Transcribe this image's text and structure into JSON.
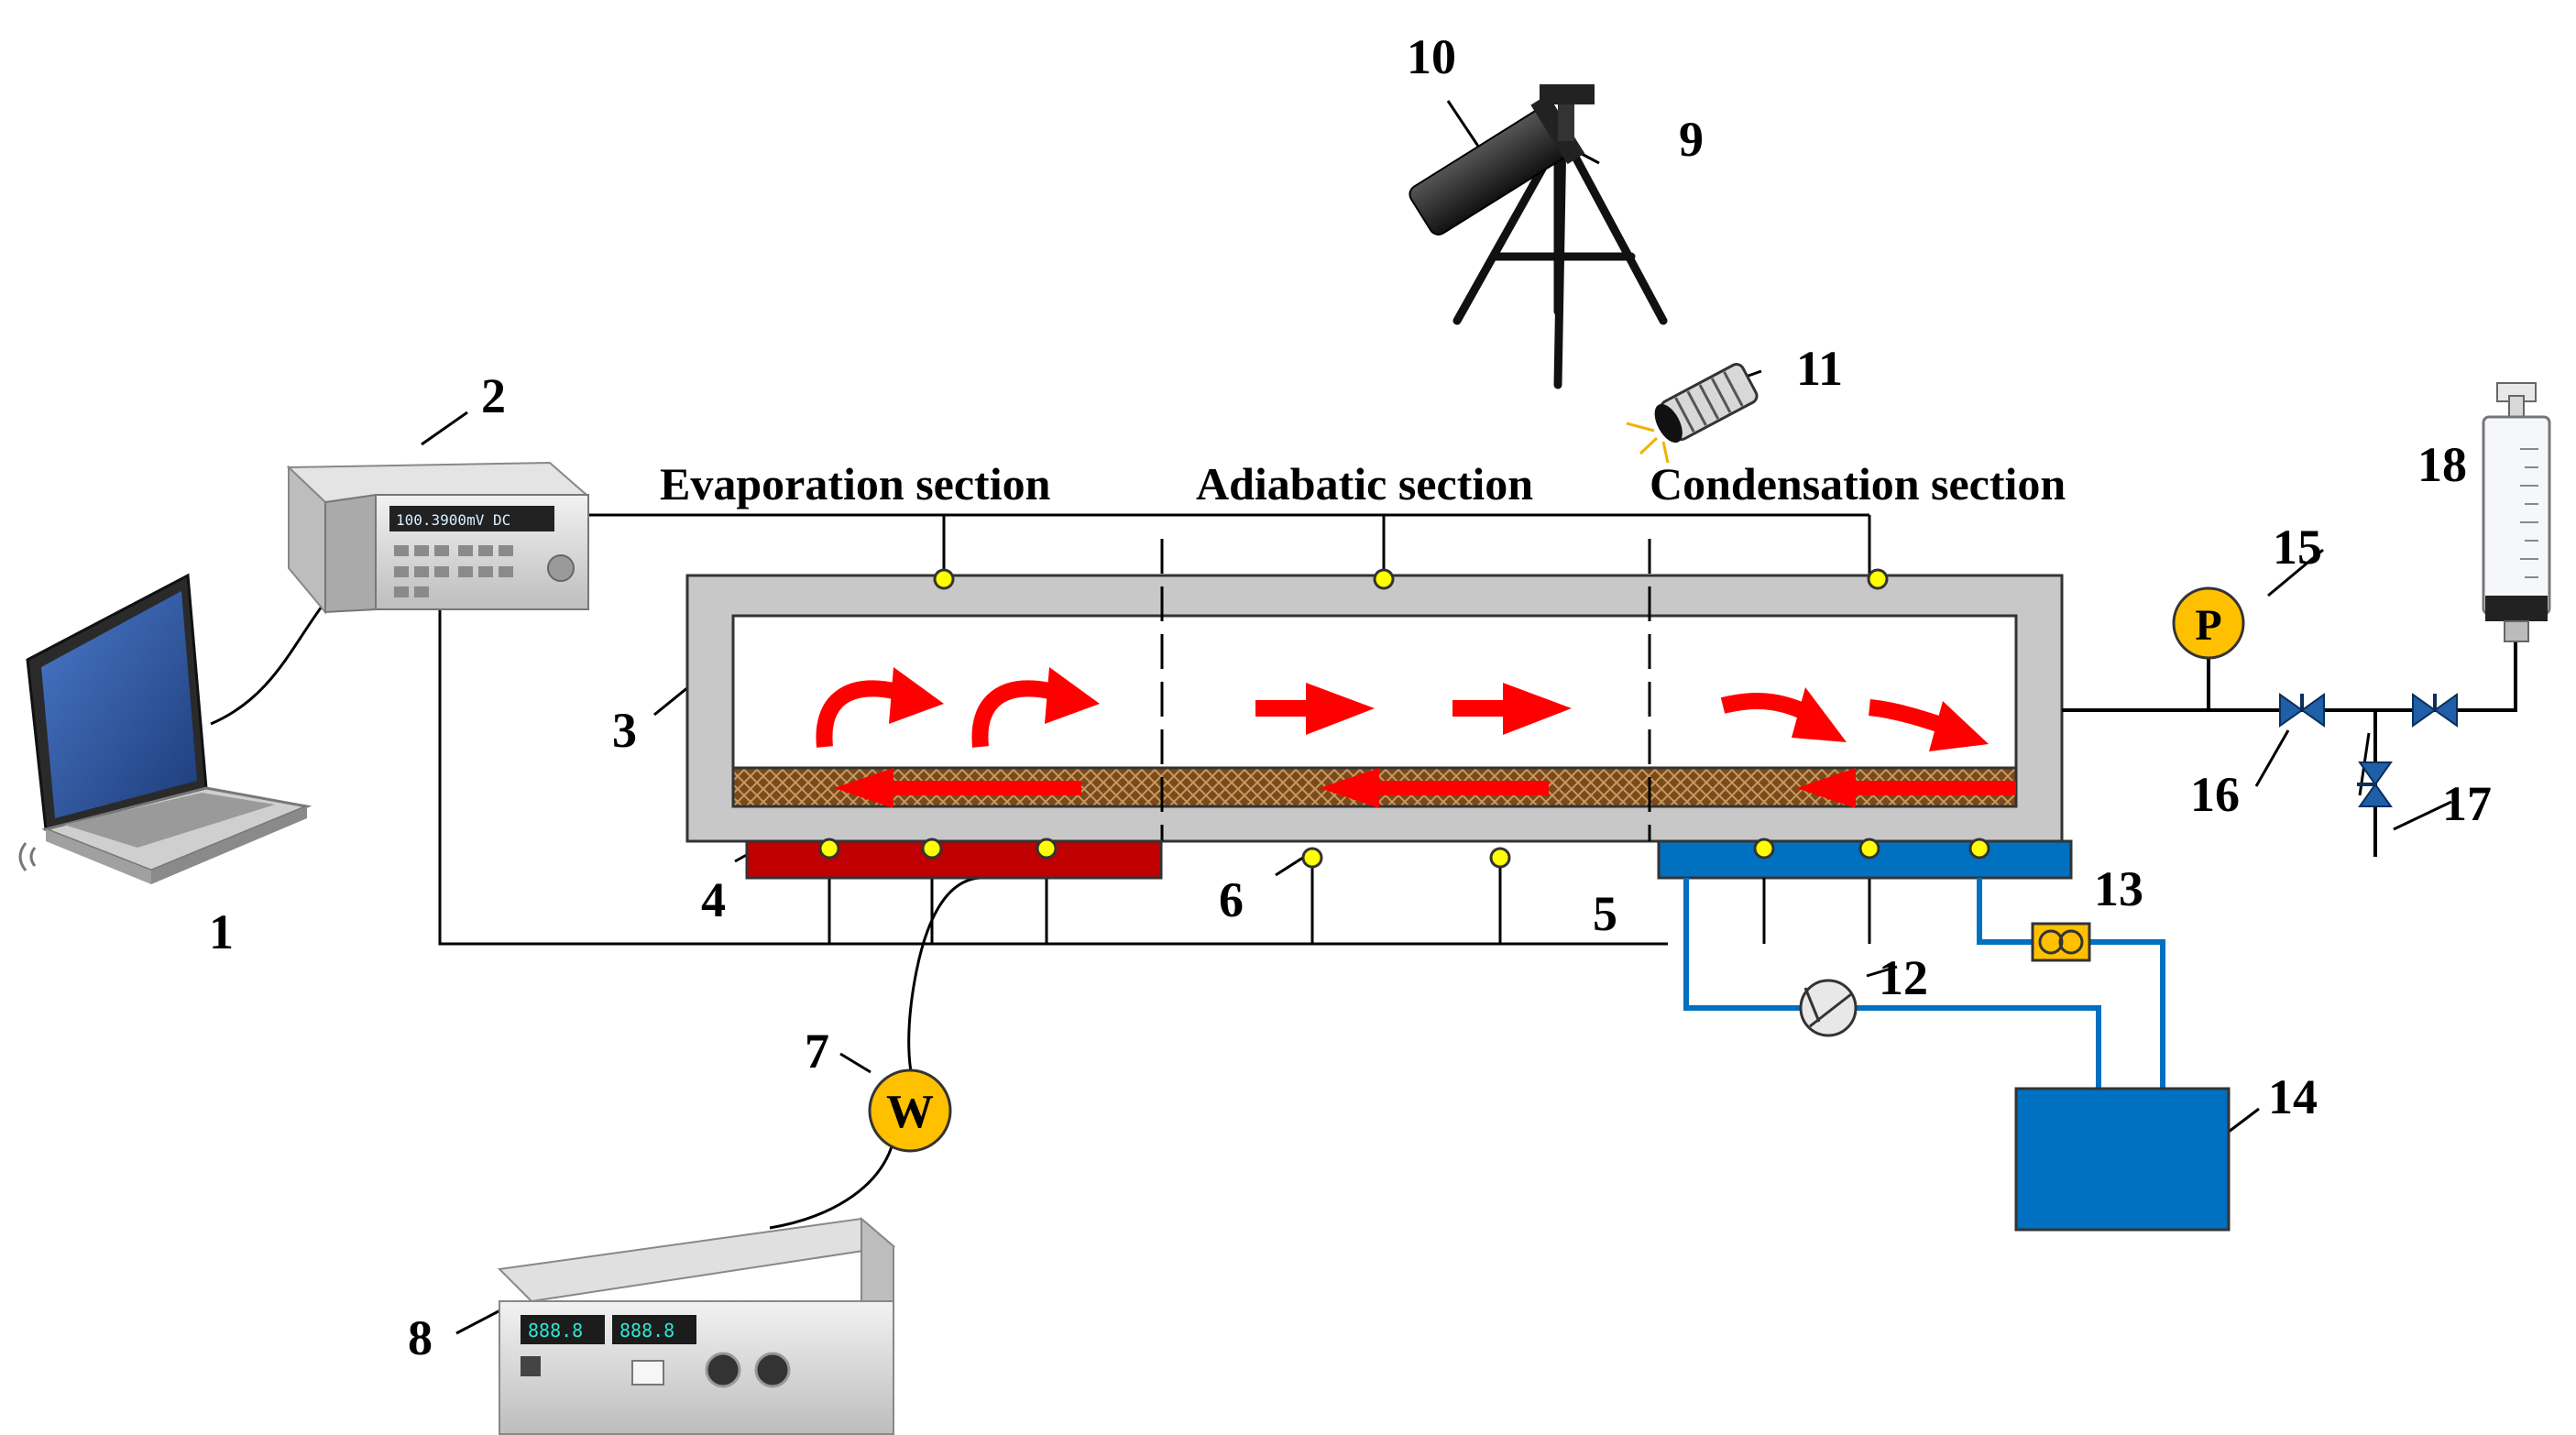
{
  "sections": {
    "evaporation": "Evaporation section",
    "adiabatic": "Adiabatic section",
    "condensation": "Condensation section"
  },
  "labels": {
    "n1": "1",
    "n2": "2",
    "n3": "3",
    "n4": "4",
    "n5": "5",
    "n6": "6",
    "n7": "7",
    "n8": "8",
    "n9": "9",
    "n10": "10",
    "n11": "11",
    "n12": "12",
    "n13": "13",
    "n14": "14",
    "n15": "15",
    "n16": "16",
    "n17": "17",
    "n18": "18"
  },
  "symbols": {
    "pressure_gauge": "P",
    "wattmeter": "W"
  },
  "daq_display": "100.3900mV DC",
  "colors": {
    "heater": "#c00000",
    "cooler": "#0070c0",
    "water_line": "#0070c0",
    "arrow": "#ff0000",
    "gauge": "#ffc000",
    "valve": "#1f5fa8",
    "thermocouple": "#ffff00",
    "wick": "#8b5a2b",
    "shell": "#c8c8c8"
  },
  "icons": [
    "laptop-icon",
    "data-logger-icon",
    "camera-icon",
    "tripod-icon",
    "light-source-icon",
    "pump-icon",
    "flowmeter-icon",
    "water-tank-icon",
    "pressure-gauge-icon",
    "valve-icon",
    "syringe-icon",
    "wattmeter-icon",
    "power-supply-icon"
  ]
}
